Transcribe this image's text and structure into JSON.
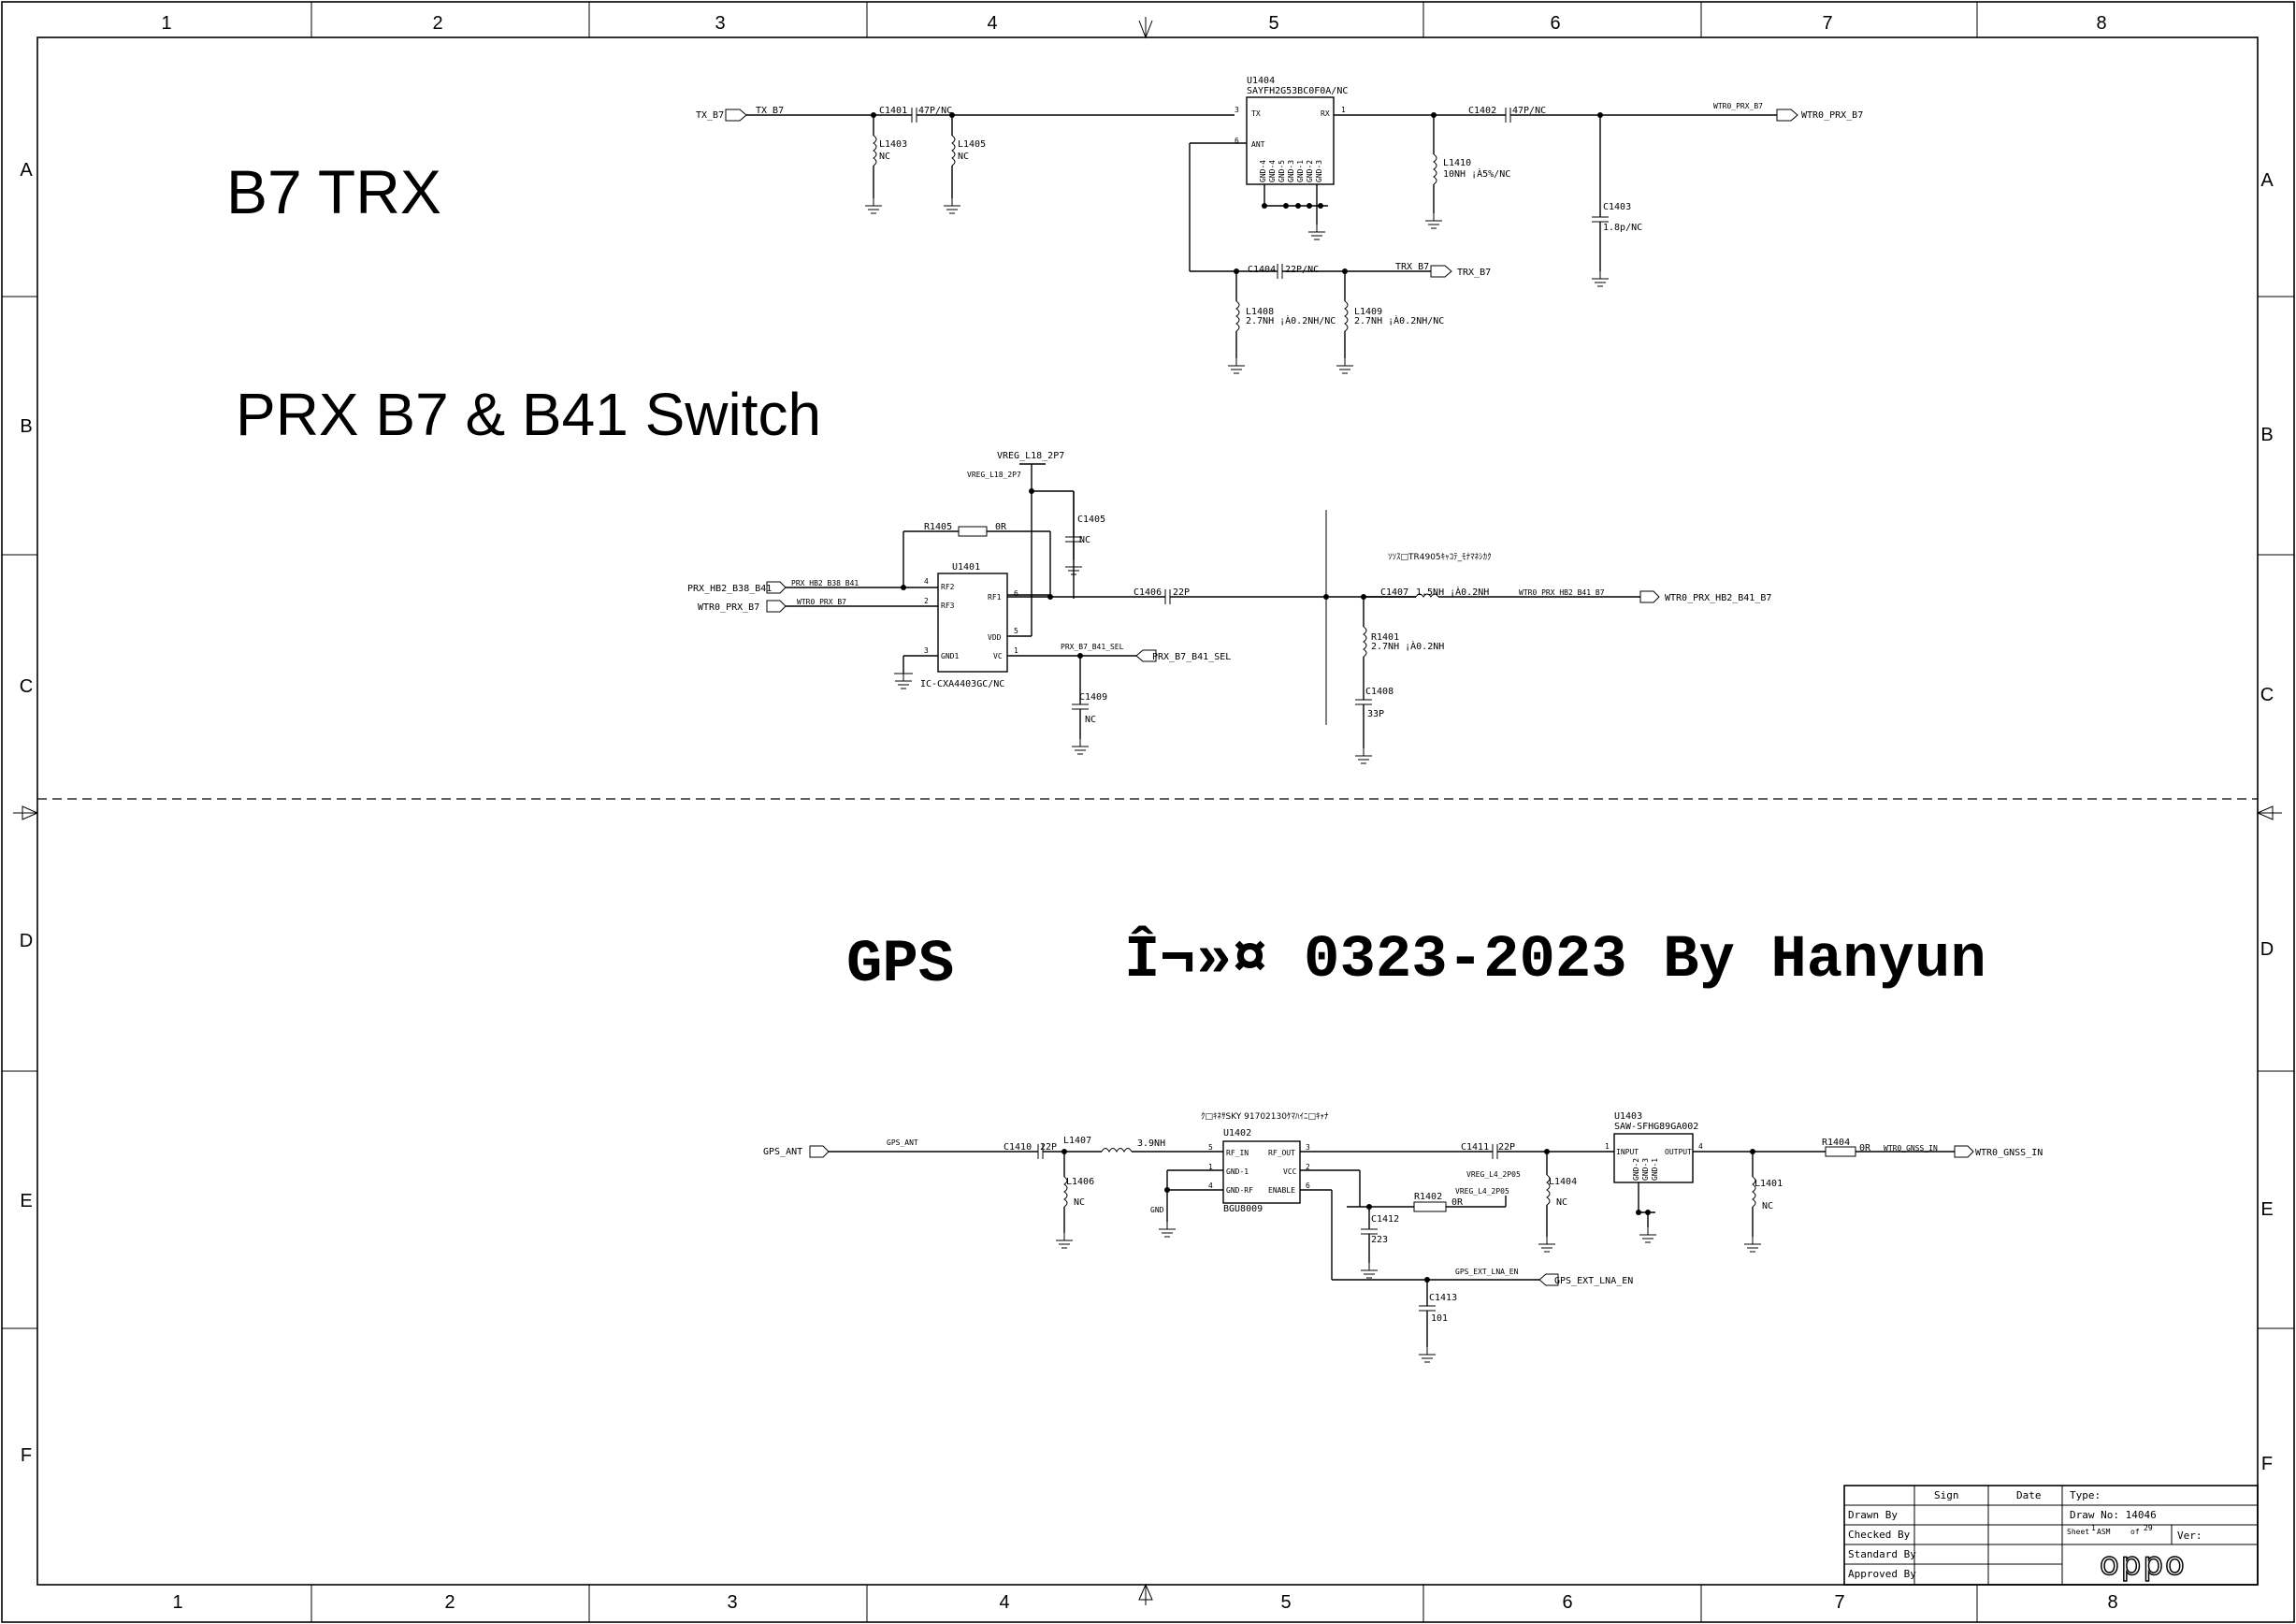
{
  "grid": {
    "columns": [
      "1",
      "2",
      "3",
      "4",
      "5",
      "6",
      "7",
      "8"
    ],
    "rows": [
      "A",
      "B",
      "C",
      "D",
      "E",
      "F"
    ]
  },
  "titles": {
    "b7_trx": "B7 TRX",
    "prx_switch": "PRX B7 & B41 Switch",
    "gps": "GPS",
    "note": "Î¬»¤ 0323-2023 By Hanyun"
  },
  "b7_trx": {
    "u1404_ref": "U1404",
    "u1404_part": "SAYFH2G53BC0F0A/NC",
    "u1404_pins": {
      "tx": "TX",
      "rx": "RX",
      "ant": "ANT",
      "pin3": "3",
      "pin1": "1",
      "pin6": "6"
    },
    "u1404_gnd_pins": [
      "GND-4",
      "GND-4",
      "GND-5",
      "GND-3",
      "GND-1",
      "GND-2",
      "GND-3"
    ],
    "tx_port": "TX_B7",
    "tx_net": "TX B7",
    "c1401": {
      "ref": "C1401",
      "val": "47P/NC"
    },
    "l1403": {
      "ref": "L1403",
      "val": "NC"
    },
    "l1405": {
      "ref": "L1405",
      "val": "NC"
    },
    "c1402": {
      "ref": "C1402",
      "val": "47P/NC"
    },
    "l1410": {
      "ref": "L1410",
      "val": "10NH ¡À5%/NC"
    },
    "c1403": {
      "ref": "C1403",
      "val": "1.8p/NC"
    },
    "wtr_net": "WTR0_PRX_B7",
    "wtr_port": "WTR0_PRX_B7",
    "c1404": {
      "ref": "C1404",
      "val": "22P/NC"
    },
    "trx_net": "TRX_B7",
    "trx_port": "TRX_B7",
    "l1408": {
      "ref": "L1408",
      "val": "2.7NH ¡À0.2NH/NC"
    },
    "l1409": {
      "ref": "L1409",
      "val": "2.7NH ¡À0.2NH/NC"
    }
  },
  "switch": {
    "vreg_top": "VREG_L18_2P7",
    "vreg_net": "VREG_L18_2P7",
    "c1405": {
      "ref": "C1405",
      "val": "NC"
    },
    "r1405": {
      "ref": "R1405",
      "val": "0R"
    },
    "u1401_ref": "U1401",
    "u1401_part": "IC-CXA4403GC/NC",
    "pins": {
      "rf2": "RF2",
      "rf3": "RF3",
      "gnd1": "GND1",
      "rf1": "RF1",
      "vdd": "VDD",
      "vc": "VC",
      "n4": "4",
      "n2": "2",
      "n3": "3",
      "n6": "6",
      "n5": "5",
      "n1": "1"
    },
    "prx_port": "PRX_HB2_B38_B41",
    "prx_net": "PRX_HB2_B38_B41",
    "wtr_port": "WTR0_PRX_B7",
    "wtr_net": "WTR0_PRX_B7",
    "c1406": {
      "ref": "C1406",
      "val": "22P"
    },
    "sel_net": "PRX_B7_B41_SEL",
    "sel_port": "PRX_B7_B41_SEL",
    "c1409": {
      "ref": "C1409",
      "val": "NC"
    },
    "note": "ｿｿｽ□TR4905ｷｬｺﾃ_ﾓﾅﾏﾈｼｶｸ",
    "c1407": {
      "ref": "C1407",
      "val": "1.5NH ¡À0.2NH"
    },
    "wtr_hb2_net": "WTR0_PRX_HB2_B41_B7",
    "wtr_hb2_port": "WTR0_PRX_HB2_B41_B7",
    "r1401": {
      "ref": "R1401",
      "val": "2.7NH ¡À0.2NH"
    },
    "c1408": {
      "ref": "C1408",
      "val": "33P"
    }
  },
  "gps": {
    "note": "ｸ□ｷﾈｻSKY 91702130ｹﾏﾊｲﾆ□ｷｬﾅ",
    "ant_port": "GPS_ANT",
    "ant_net": "GPS_ANT",
    "c1410": {
      "ref": "C1410",
      "val": "22P"
    },
    "l1407": {
      "ref": "L1407",
      "val": "3.9NH"
    },
    "l1406": {
      "ref": "L1406",
      "val": "NC"
    },
    "u1402_ref": "U1402",
    "u1402_part": "BGU8009",
    "u1402_pins": {
      "rf_in": "RF_IN",
      "gnd1": "GND-1",
      "gnd_rf": "GND-RF",
      "rf_out": "RF_OUT",
      "vcc": "VCC",
      "enable": "ENABLE",
      "n5": "5",
      "n1": "1",
      "n4": "4",
      "n3": "3",
      "n2": "2",
      "n6": "6"
    },
    "gnd_label": "GND",
    "c1411": {
      "ref": "C1411",
      "val": "22P"
    },
    "vreg_l4": "VREG_L4_2P05",
    "vreg_l4b": "VREG_L4_2P05",
    "r1402": {
      "ref": "R1402",
      "val": "0R"
    },
    "c1412": {
      "ref": "C1412",
      "val": "223"
    },
    "l1404": {
      "ref": "L1404",
      "val": "NC"
    },
    "u1403_ref": "U1403",
    "u1403_part": "SAW-SFHG89GA002",
    "u1403_pins": {
      "input": "INPUT",
      "output": "OUTPUT",
      "n1": "1",
      "n4": "4",
      "gnds": [
        "GND-2",
        "GND-3",
        "GND-1"
      ]
    },
    "l1401": {
      "ref": "L1401",
      "val": "NC"
    },
    "r1404": {
      "ref": "R1404",
      "val": "0R"
    },
    "gnss_net": "WTR0_GNSS_IN",
    "gnss_port": "WTR0_GNSS_IN",
    "en_net": "GPS_EXT_LNA_EN",
    "en_port": "GPS_EXT_LNA_EN",
    "c1413": {
      "ref": "C1413",
      "val": "101"
    }
  },
  "title_block": {
    "sign": "Sign",
    "date": "Date",
    "type": "Type:",
    "drawn_by": "Drawn By",
    "checked_by": "Checked By",
    "standard_by": "Standard By",
    "approved_by": "Approved By",
    "draw_no": "Draw No: 14046",
    "sheet": "Sheet",
    "sheet_num": "1",
    "asm": "ASM",
    "of": "of",
    "total": "29",
    "ver": "Ver:",
    "logo": "oppo"
  }
}
